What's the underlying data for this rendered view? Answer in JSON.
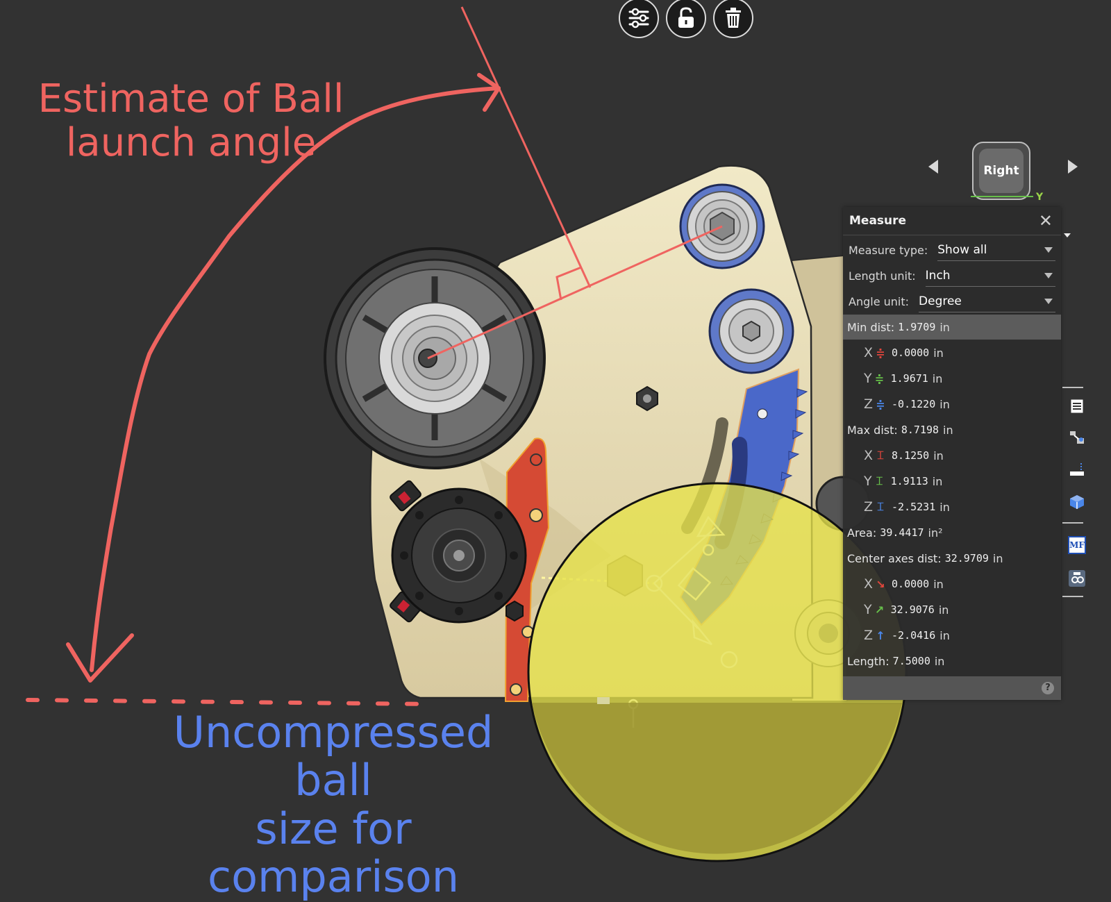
{
  "annotations": {
    "launch_angle": "Estimate of Ball\nlaunch angle",
    "ball_size": "Uncompressed ball\nsize for comparison"
  },
  "top_toolbar": {
    "items": [
      {
        "name": "sliders-icon",
        "label": "settings"
      },
      {
        "name": "unlock-icon",
        "label": "unlock"
      },
      {
        "name": "trash-icon",
        "label": "delete"
      }
    ]
  },
  "view_cube": {
    "face": "Right",
    "axis_label": "Y"
  },
  "measure": {
    "title": "Measure",
    "measure_type_label": "Measure type:",
    "measure_type_value": "Show all",
    "length_unit_label": "Length unit:",
    "length_unit_value": "Inch",
    "angle_unit_label": "Angle unit:",
    "angle_unit_value": "Degree",
    "min_dist_label": "Min dist:",
    "min_dist": "1.9709",
    "min_x": "0.0000",
    "min_y": "1.9671",
    "min_z": "-0.1220",
    "max_dist_label": "Max dist:",
    "max_dist": "8.7198",
    "max_x": "8.1250",
    "max_y": "1.9113",
    "max_z": "-2.5231",
    "area_label": "Area:",
    "area": "39.4417",
    "area_unit": "in²",
    "center_label": "Center axes dist:",
    "center_dist": "32.9709",
    "center_x": "0.0000",
    "center_y": "32.9076",
    "center_z": "-2.0416",
    "length_label": "Length:",
    "length": "7.5000",
    "unit": "in",
    "axis_x": "X",
    "axis_y": "Y",
    "axis_z": "Z",
    "help": "?"
  },
  "right_toolbar": {
    "items": [
      "list-icon",
      "mate-icon",
      "section-icon",
      "cube-icon",
      "mf-icon",
      "render-icon"
    ],
    "mf_text": "MF"
  },
  "colors": {
    "annotation_red": "#ef6460",
    "annotation_blue": "#5a82ee",
    "ball_yellow": "#e6e24a",
    "plate": "#e3d7ac",
    "axis_x": "#e2453c",
    "axis_y": "#67c04a",
    "axis_z": "#4a86e8"
  }
}
